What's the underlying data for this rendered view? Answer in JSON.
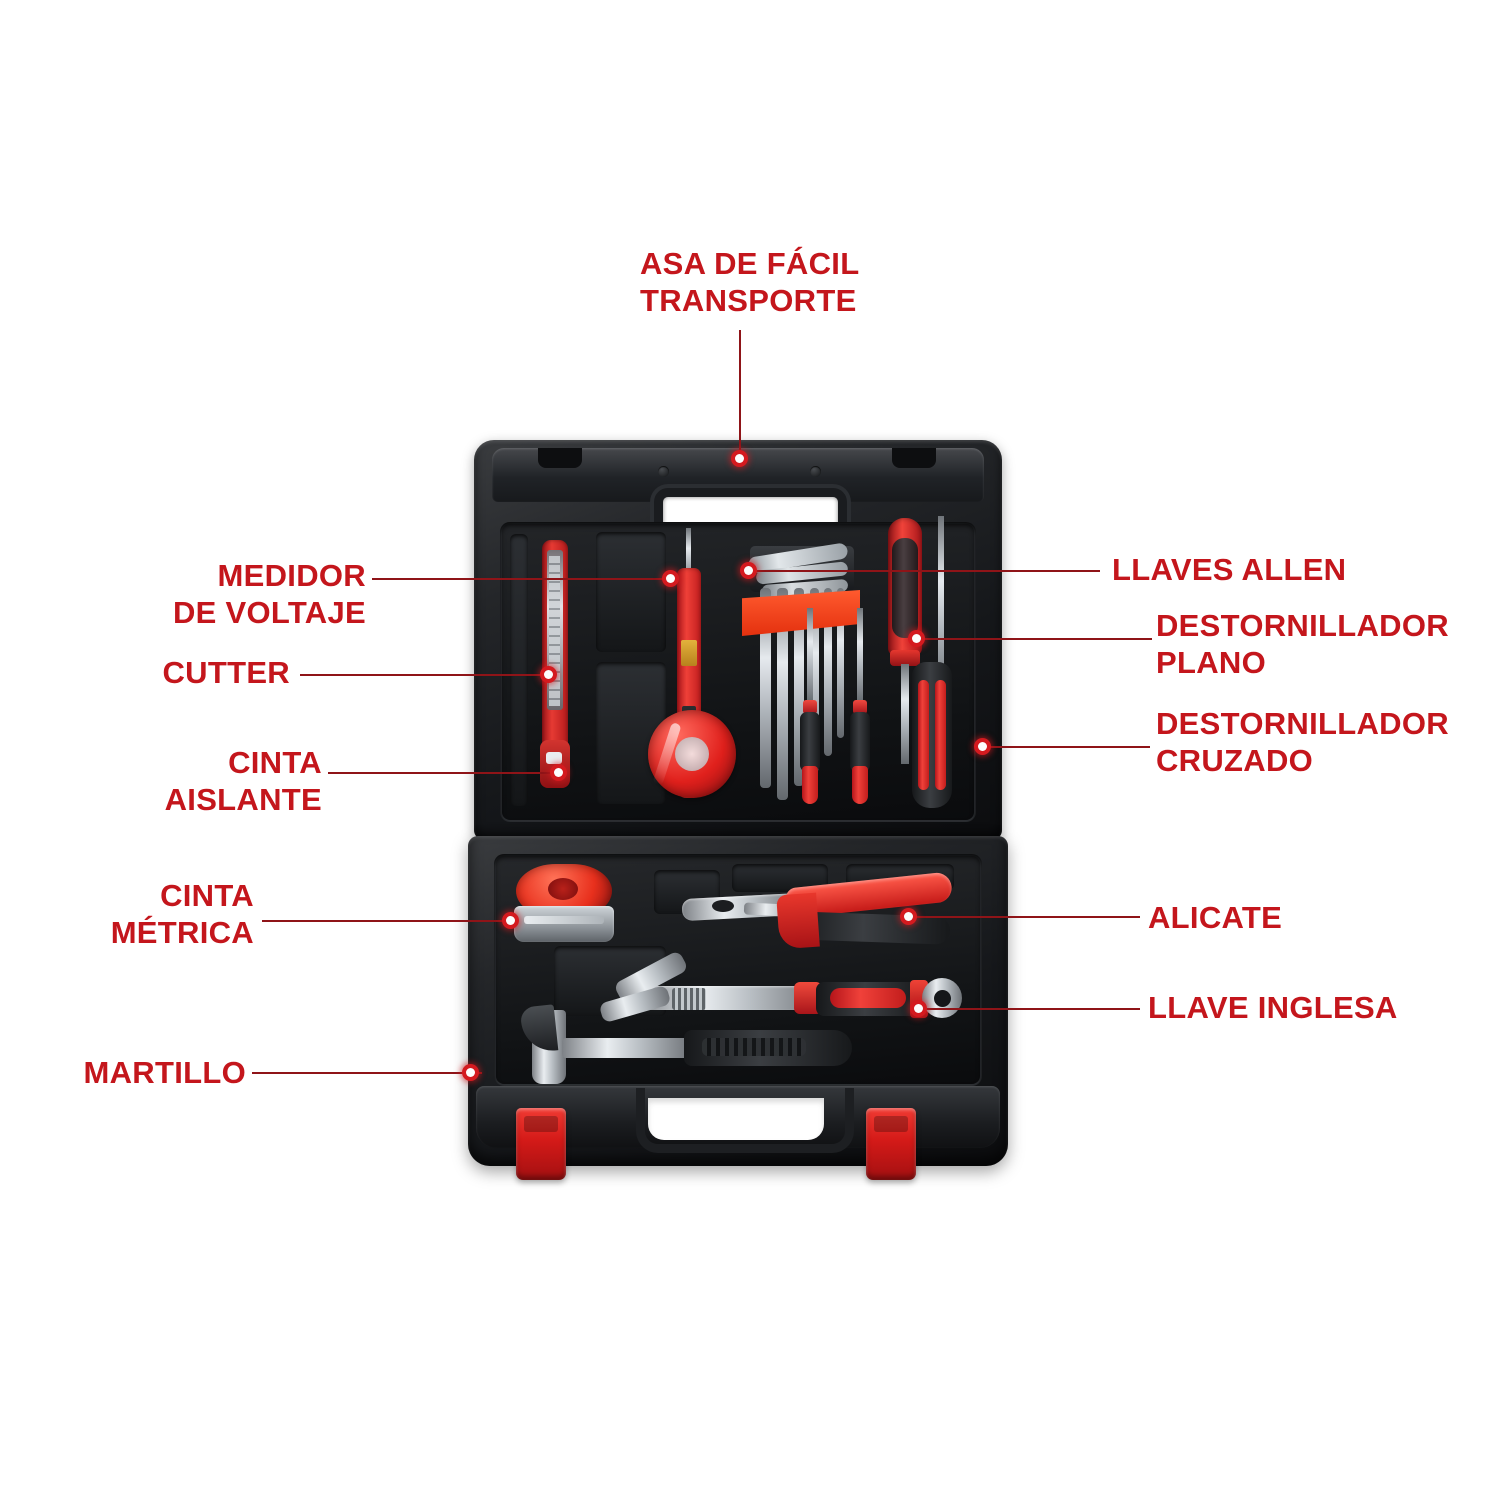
{
  "page": {
    "title": "Maletín de herramientas - Infografía",
    "background_color": "#ffffff",
    "accent_color": "#c4161c",
    "leader_line_color": "#8f1418",
    "dot_color": "#d41a1f"
  },
  "callouts": {
    "top": {
      "id": "asa-de-facil-transporte",
      "text": "ASA DE FÁCIL\nTRANSPORTE",
      "side": "top",
      "points_to": "carry-handle"
    },
    "left": [
      {
        "id": "medidor-de-voltaje",
        "text": "MEDIDOR\nDE VOLTAJE",
        "side": "left",
        "points_to": "voltage-tester"
      },
      {
        "id": "cutter",
        "text": "CUTTER",
        "side": "left",
        "points_to": "utility-knife"
      },
      {
        "id": "cinta-aislante",
        "text": "CINTA\nAISLANTE",
        "side": "left",
        "points_to": "electrical-tape"
      },
      {
        "id": "cinta-metrica",
        "text": "CINTA\nMÉTRICA",
        "side": "left",
        "points_to": "tape-measure"
      },
      {
        "id": "martillo",
        "text": "MARTILLO",
        "side": "left",
        "points_to": "hammer"
      }
    ],
    "right": [
      {
        "id": "llaves-allen",
        "text": "LLAVES ALLEN",
        "side": "right",
        "points_to": "allen-key-set"
      },
      {
        "id": "destornillador-plano",
        "text": "DESTORNILLADOR\nPLANO",
        "side": "right",
        "points_to": "flat-screwdriver"
      },
      {
        "id": "destornillador-cruzado",
        "text": "DESTORNILLADOR\nCRUZADO",
        "side": "right",
        "points_to": "phillips-screwdriver"
      },
      {
        "id": "alicate",
        "text": "ALICATE",
        "side": "right",
        "points_to": "pliers"
      },
      {
        "id": "llave-inglesa",
        "text": "LLAVE INGLESA",
        "side": "right",
        "points_to": "adjustable-wrench"
      }
    ]
  },
  "product": {
    "name": "toolbox-case",
    "case_color": "#17191c",
    "latch_color": "#d41a18",
    "compartments": [
      "lid-tray",
      "base-tray"
    ],
    "latch_count": 2
  }
}
